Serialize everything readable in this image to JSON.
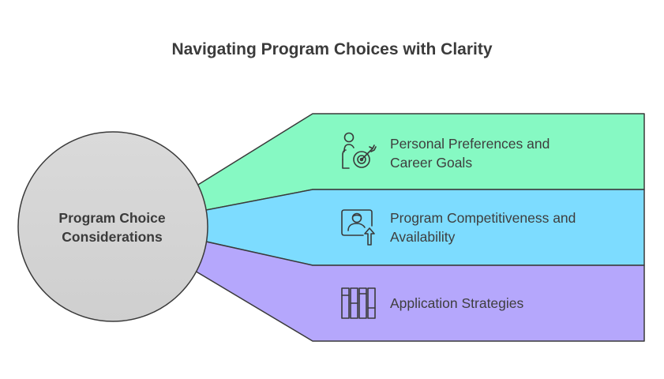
{
  "title": "Navigating Program Choices with Clarity",
  "center": {
    "line1": "Program Choice",
    "line2": "Considerations"
  },
  "bands": [
    {
      "line1": "Personal Preferences and",
      "line2": "Career Goals",
      "icon": "person-target-icon",
      "color": "#86f9c3"
    },
    {
      "line1": "Program Competitiveness and",
      "line2": "Availability",
      "icon": "profile-arrow-up-icon",
      "color": "#7ddcff"
    },
    {
      "line1": "Application Strategies",
      "icon": "columns-icon",
      "color": "#b5a7fc"
    }
  ],
  "colors": {
    "circle_fill": "#d6d6d6",
    "stroke": "#3a3a3a",
    "text": "#3e3e3e"
  }
}
